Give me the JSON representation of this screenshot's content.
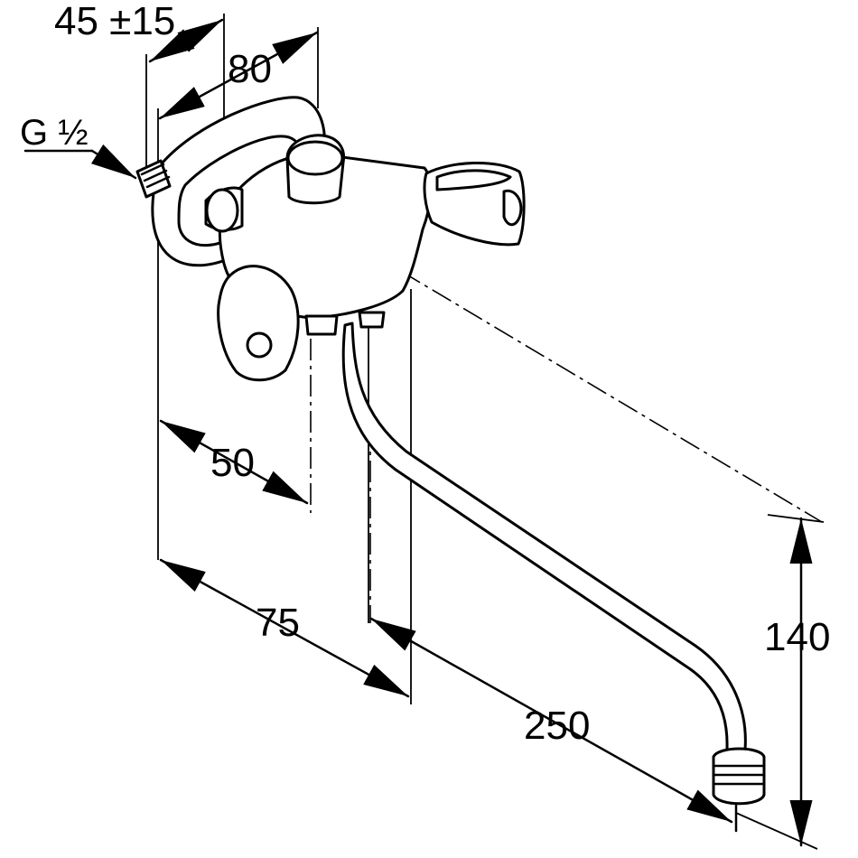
{
  "drawing": {
    "dimensions": {
      "offset_range": "45 ±15",
      "width_80": "80",
      "thread": "G ½",
      "dim_50": "50",
      "dim_75": "75",
      "dim_250": "250",
      "dim_140": "140"
    },
    "colors": {
      "ink": "#000000",
      "paper": "#ffffff"
    }
  }
}
